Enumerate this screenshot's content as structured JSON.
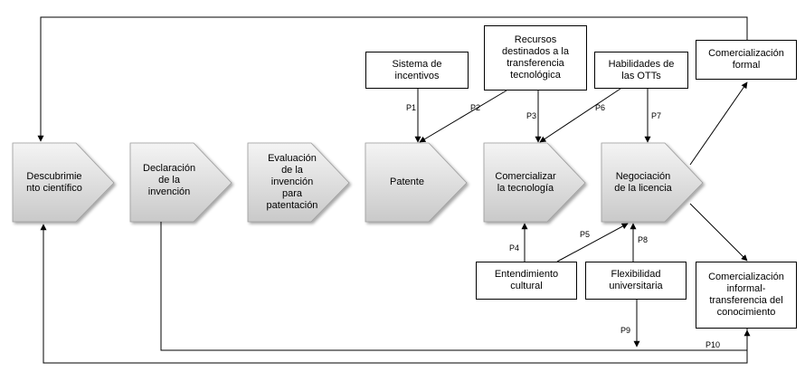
{
  "chevrons": [
    {
      "id": "descubrimiento",
      "lines": [
        "Descubrimie",
        "nto científico"
      ]
    },
    {
      "id": "declaracion",
      "lines": [
        "Declaración",
        "de la",
        "invención"
      ]
    },
    {
      "id": "evaluacion",
      "lines": [
        "Evaluación",
        "de la",
        "invención",
        "para",
        "patentación"
      ]
    },
    {
      "id": "patente",
      "lines": [
        "Patente"
      ]
    },
    {
      "id": "comercializar",
      "lines": [
        "Comercializar",
        "la tecnología"
      ]
    },
    {
      "id": "negociacion",
      "lines": [
        "Negociación",
        "de la licencia"
      ]
    }
  ],
  "boxes": [
    {
      "id": "sistema",
      "lines": [
        "Sistema de",
        "incentivos"
      ]
    },
    {
      "id": "recursos",
      "lines": [
        "Recursos",
        "destinados a la",
        "transferencia",
        "tecnológica"
      ]
    },
    {
      "id": "habilidades",
      "lines": [
        "Habilidades de",
        "las OTTs"
      ]
    },
    {
      "id": "com-formal",
      "lines": [
        "Comercialización",
        "formal"
      ]
    },
    {
      "id": "entendimiento",
      "lines": [
        "Entendimiento",
        "cultural"
      ]
    },
    {
      "id": "flexibilidad",
      "lines": [
        "Flexibilidad",
        "universitaria"
      ]
    },
    {
      "id": "com-informal",
      "lines": [
        "Comercialización",
        "informal-",
        "transferencia del",
        "conocimiento"
      ]
    }
  ],
  "propositions": [
    "P1",
    "P2",
    "P3",
    "P4",
    "P5",
    "P6",
    "P7",
    "P8",
    "P9",
    "P10"
  ]
}
